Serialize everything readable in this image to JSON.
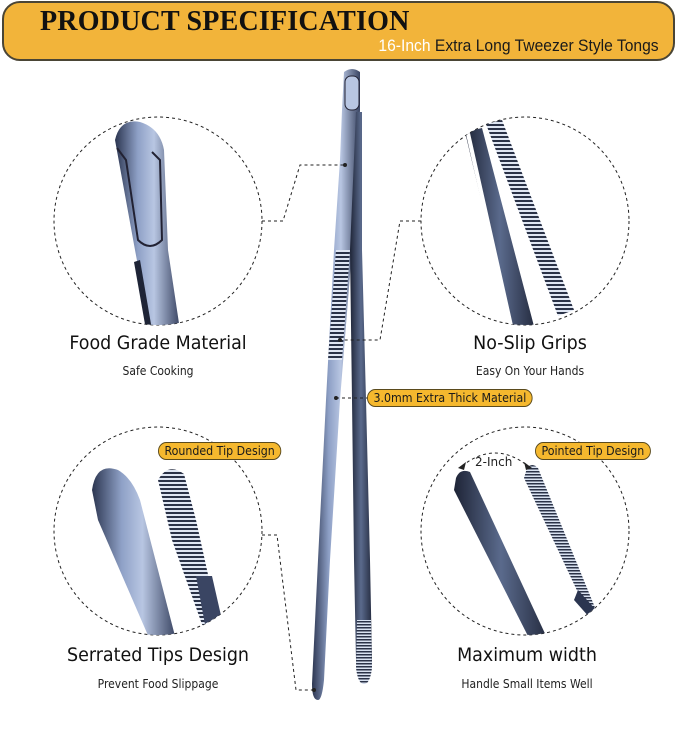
{
  "banner": {
    "title": "PRODUCT SPECIFICATION",
    "subtitle_highlight": "16-Inch",
    "subtitle_rest": " Extra Long Tweezer Style Tongs",
    "bg_color": "#f2b43a",
    "border_color": "#4a4535"
  },
  "features": [
    {
      "title": "Food Grade Material",
      "subtitle": "Safe Cooking",
      "icon": "tong-handle-closeup"
    },
    {
      "title": "No-Slip Grips",
      "subtitle": "Easy On Your Hands",
      "icon": "serrated-grip-closeup"
    },
    {
      "title": "Serrated Tips Design",
      "subtitle": "Prevent Food Slippage",
      "icon": "rounded-tip-closeup"
    },
    {
      "title": "Maximum width",
      "subtitle": "Handle Small Items Well",
      "icon": "pointed-tip-closeup"
    }
  ],
  "callouts": {
    "thickness": "3.0mm Extra Thick Material",
    "rounded_tip": "Rounded Tip Design",
    "pointed_tip": "Pointed Tip Design",
    "width_dimension": "2-Inch"
  },
  "colors": {
    "pill": "#f5b82e",
    "steel_light": "#a9b9d8",
    "steel_mid": "#6a7da6",
    "steel_dark": "#2b3550"
  }
}
